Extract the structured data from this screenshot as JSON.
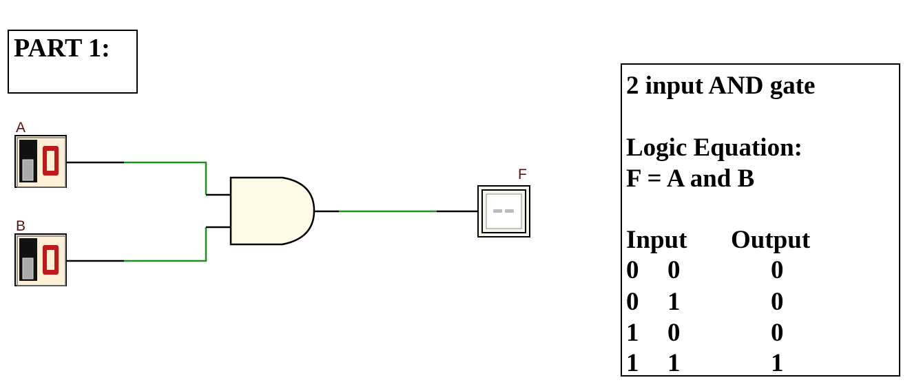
{
  "part": {
    "title": "PART 1:"
  },
  "switches": [
    {
      "label": "A",
      "state": "0"
    },
    {
      "label": "B",
      "state": "0"
    }
  ],
  "output": {
    "label": "F"
  },
  "info": {
    "title": "2 input AND gate",
    "equation_label": "Logic Equation:",
    "equation": "F = A and B",
    "input_header": "Input",
    "output_header": "Output",
    "rows": [
      [
        "0",
        "0",
        "0"
      ],
      [
        "0",
        "1",
        "0"
      ],
      [
        "1",
        "0",
        "0"
      ],
      [
        "1",
        "1",
        "1"
      ]
    ]
  },
  "colors": {
    "wire_active": "#1f8f1f",
    "wire": "#000000",
    "gate_fill": "#fdfbe6",
    "switch_bg": "#fdf0d6",
    "digit": "#c0191a"
  }
}
